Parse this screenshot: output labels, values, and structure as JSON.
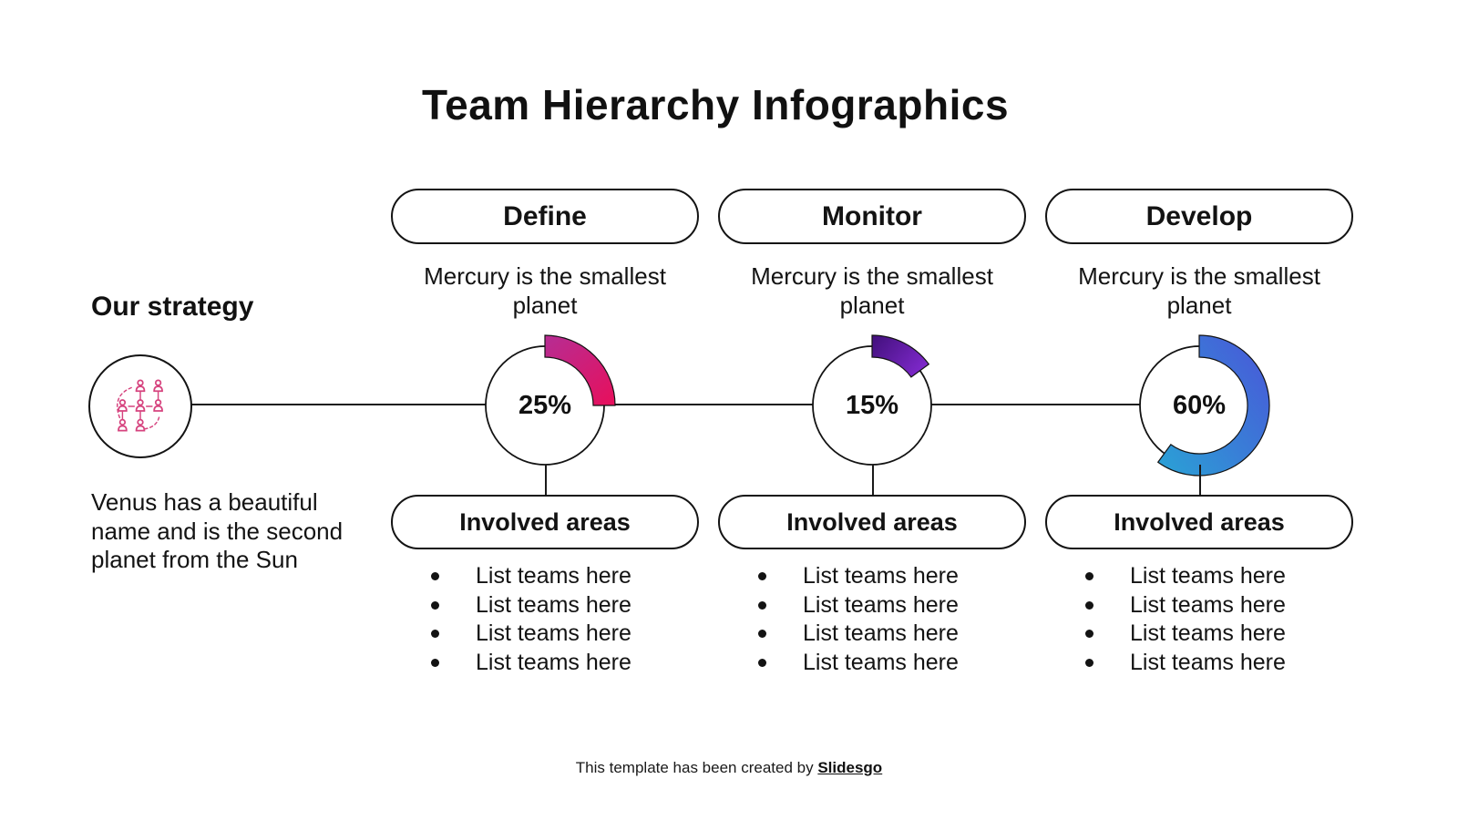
{
  "title": "Team Hierarchy Infographics",
  "left_panel": {
    "heading": "Our strategy",
    "description": "Venus has a beautiful name and is the second planet from the Sun",
    "icon": "org-chart-icon",
    "icon_color": "#d6437e"
  },
  "columns": [
    {
      "label": "Define",
      "subtitle": "Mercury is the smallest planet",
      "areas_label": "Involved areas",
      "bullets": [
        "List teams here",
        "List teams here",
        "List teams here",
        "List teams here"
      ]
    },
    {
      "label": "Monitor",
      "subtitle": "Mercury is the smallest planet",
      "areas_label": "Involved areas",
      "bullets": [
        "List teams here",
        "List teams here",
        "List teams here",
        "List teams here"
      ]
    },
    {
      "label": "Develop",
      "subtitle": "Mercury is the smallest planet",
      "areas_label": "Involved areas",
      "bullets": [
        "List teams here",
        "List teams here",
        "List teams here",
        "List teams here"
      ]
    }
  ],
  "chart_data": [
    {
      "type": "pie",
      "subtype": "donut_gauge",
      "title": "Define",
      "value": 25,
      "max": 100,
      "center_label": "25%",
      "start_angle_deg": 0,
      "direction": "clockwise",
      "segment_colors": [
        "#b92b90",
        "#e80f5b"
      ]
    },
    {
      "type": "pie",
      "subtype": "donut_gauge",
      "title": "Monitor",
      "value": 15,
      "max": 100,
      "center_label": "15%",
      "start_angle_deg": 0,
      "direction": "clockwise",
      "segment_colors": [
        "#41107b",
        "#7d28c9"
      ]
    },
    {
      "type": "pie",
      "subtype": "donut_gauge",
      "title": "Develop",
      "value": 60,
      "max": 100,
      "center_label": "60%",
      "start_angle_deg": 0,
      "direction": "clockwise",
      "segment_colors": [
        "#4a55d8",
        "#2b9fd6"
      ]
    }
  ],
  "footer": {
    "prefix": "This template has been created by",
    "brand": "Slidesgo"
  },
  "style_colors": {
    "text": "#131313",
    "line": "#1a1a1a",
    "background": "#ffffff"
  }
}
